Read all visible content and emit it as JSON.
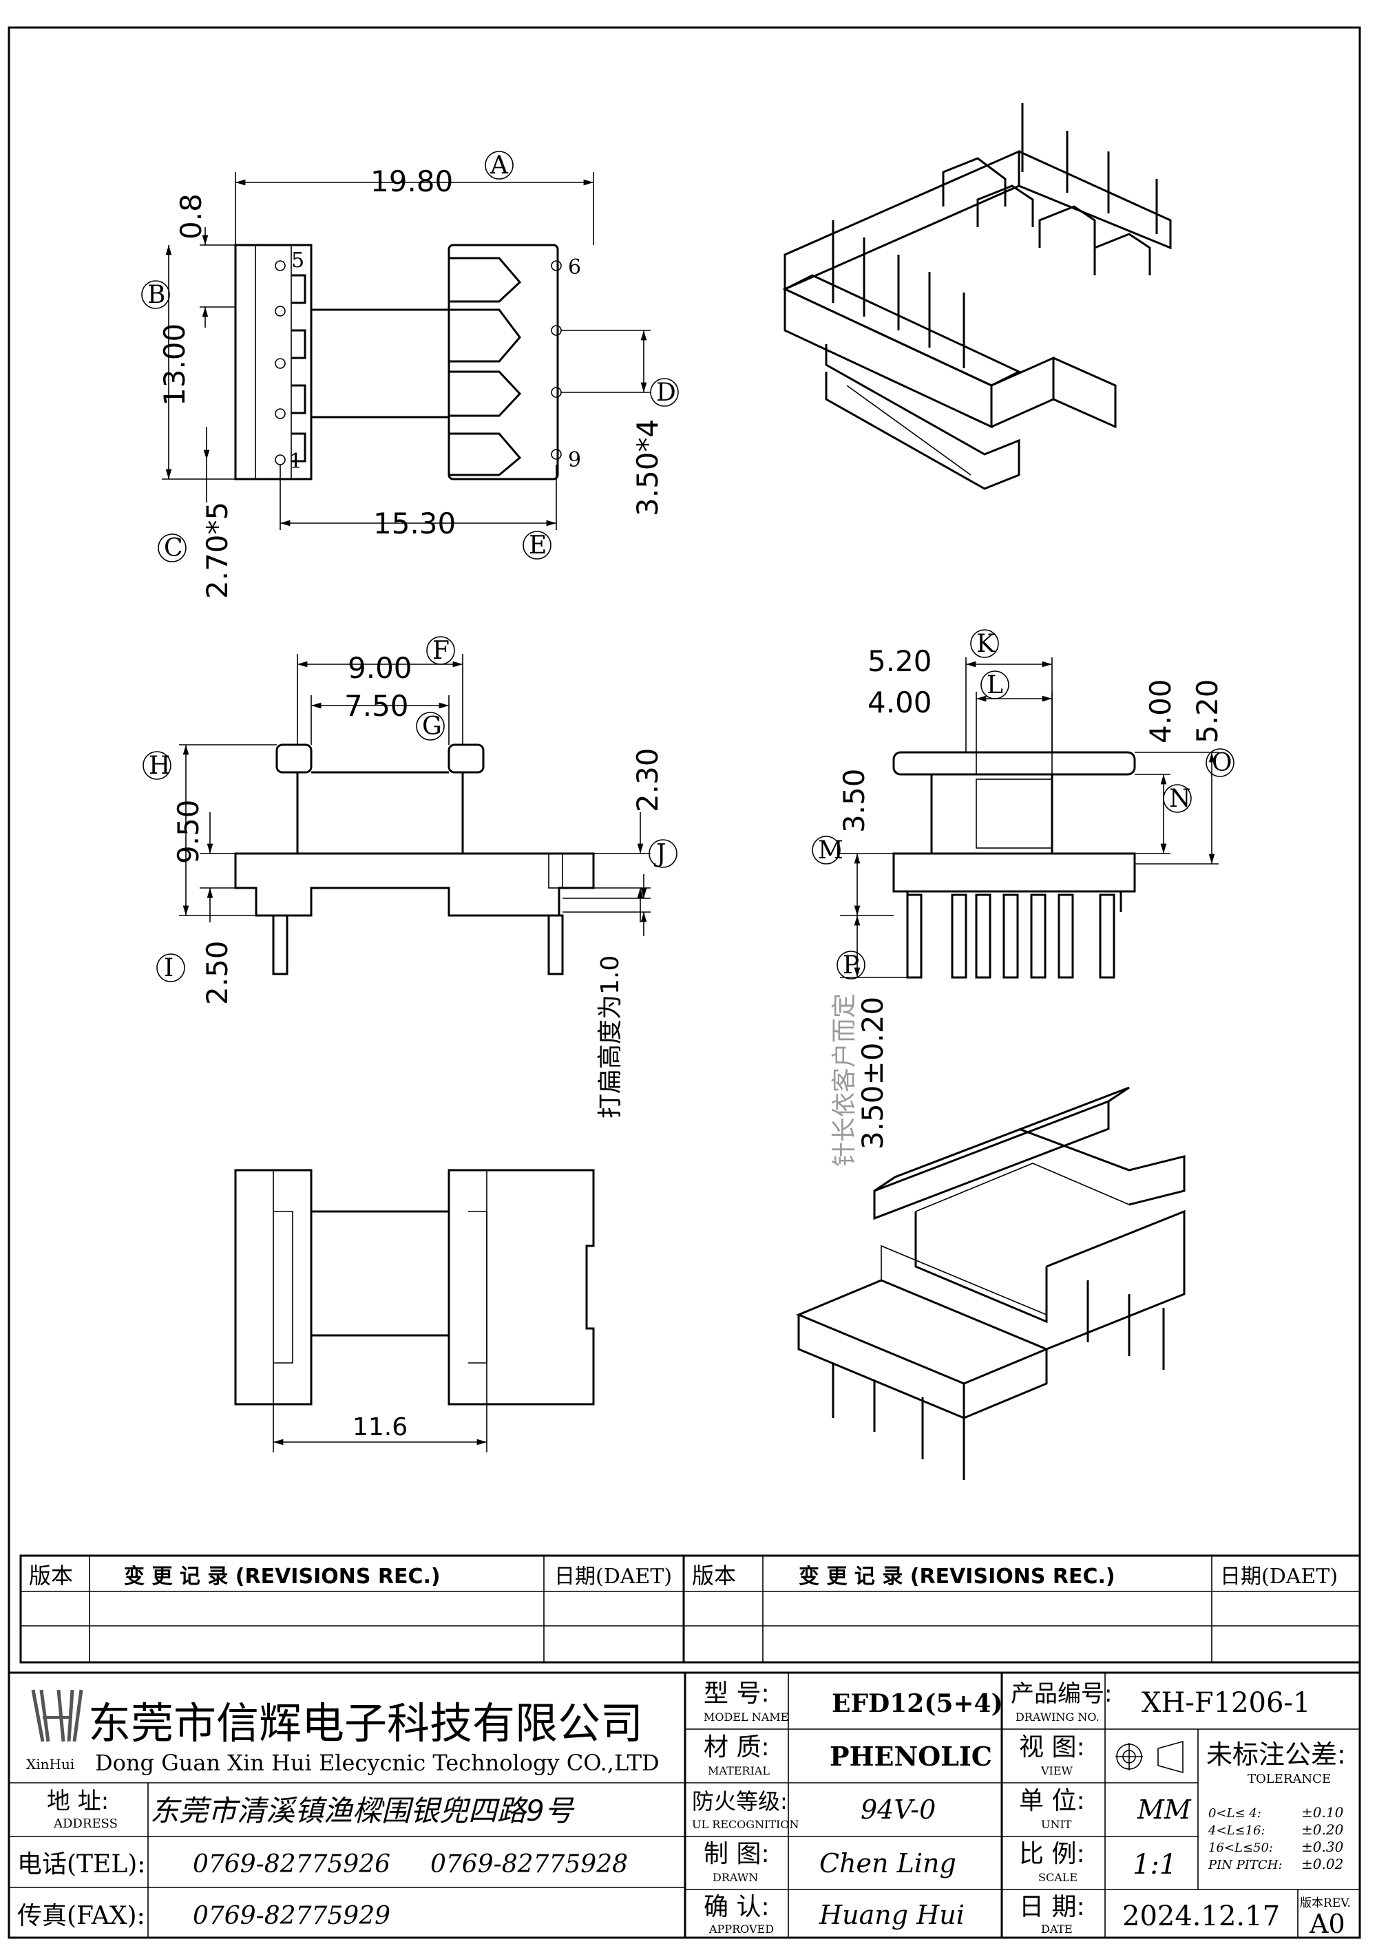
{
  "dimensions": {
    "a_value": "19.80",
    "a_tag": "A",
    "b_value": "0.8",
    "b_tag": "B",
    "b2_value": "13.00",
    "c_value": "2.70*5",
    "c_tag": "C",
    "d_value": "3.50*4",
    "d_tag": "D",
    "e_value": "15.30",
    "e_tag": "E",
    "f_value": "9.00",
    "f_tag": "F",
    "g_value": "7.50",
    "g_tag": "G",
    "h_value": "9.50",
    "h_tag": "H",
    "i_value": "2.50",
    "i_tag": "I",
    "j_value": "2.30",
    "j_tag": "J",
    "flatten_note": "打扁高度为1.0",
    "k_value": "5.20",
    "k_tag": "K",
    "l_value": "4.00",
    "l_tag": "L",
    "m_value": "3.50",
    "m_tag": "M",
    "n_value": "4.00",
    "n_tag": "N",
    "o_value": "5.20",
    "o_tag": "O",
    "p_value": "3.50±0.20",
    "p_tag": "P",
    "pin_note": "针长依客户而定",
    "bottom_width": "11.6"
  },
  "pins": {
    "p1": "1",
    "p5": "5",
    "p6": "6",
    "p9": "9"
  },
  "revisions": {
    "ver_header": "版本",
    "rec_header": "变 更 记 录  (REVISIONS REC.)",
    "date_header": "日期(DAET)",
    "ver_header_2": "版本",
    "rec_header_2": "变 更 记 录  (REVISIONS REC.)",
    "date_header_2": "日期(DAET)"
  },
  "company": {
    "name_cn": "东莞市信辉电子科技有限公司",
    "name_en": "Dong Guan Xin Hui Elecycnic Technology CO.,LTD",
    "logo_text": "XinHui",
    "address_label": "地  址:",
    "address_label_en": "ADDRESS",
    "address": "东莞市清溪镇渔樑围银兜四路9号",
    "tel_label": "电话(TEL):",
    "tel_1": "0769-82775926",
    "tel_2": "0769-82775928",
    "fax_label": "传真(FAX):",
    "fax": "0769-82775929"
  },
  "title_block": {
    "model_label": "型  号:",
    "model_label_en": "MODEL NAME",
    "model": "EFD12(5+4)",
    "material_label": "材  质:",
    "material_label_en": "MATERIAL",
    "material": "PHENOLIC",
    "ul_label": "防火等级:",
    "ul_label_en": "UL RECOGNITION",
    "ul": "94V-0",
    "drawn_label": "制  图:",
    "drawn_label_en": "DRAWN",
    "drawn": "Chen Ling",
    "approved_label": "确  认:",
    "approved_label_en": "APPROVED",
    "approved": "Huang Hui",
    "drawing_no_label": "产品编号:",
    "drawing_no_label_en": "DRAWING NO.",
    "drawing_no": "XH-F1206-1",
    "view_label": "视  图:",
    "view_label_en": "VIEW",
    "unit_label": "单  位:",
    "unit_label_en": "UNIT",
    "unit": "MM",
    "scale_label": "比  例:",
    "scale_label_en": "SCALE",
    "scale": "1:1",
    "date_label": "日  期:",
    "date_label_en": "DATE",
    "date": "2024.12.17",
    "rev_label": "版本REV.",
    "rev": "A0",
    "tolerance_label": "未标注公差:",
    "tolerance_label_en": "TOLERANCE",
    "tol_1_range": "0<L≤ 4:",
    "tol_1": "±0.10",
    "tol_2_range": "4<L≤16:",
    "tol_2": "±0.20",
    "tol_3_range": "16<L≤50:",
    "tol_3": "±0.30",
    "tol_4_range": "PIN PITCH:",
    "tol_4": "±0.02"
  }
}
